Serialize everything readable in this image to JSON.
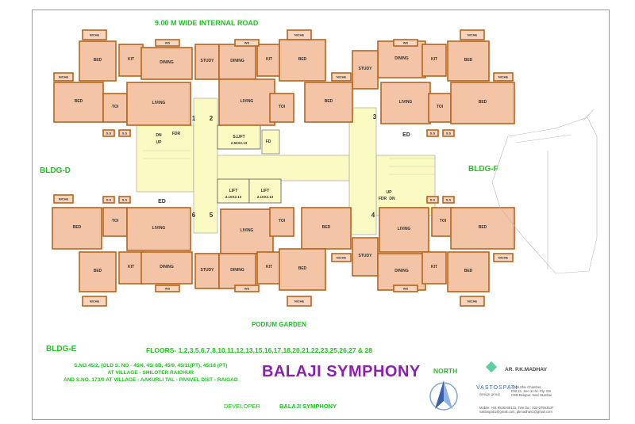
{
  "road_label": "9.00 M WIDE INTERNAL ROAD",
  "buildings": {
    "d": "BLDG-D",
    "e": "BLDG-E",
    "f": "BLDG-F"
  },
  "podium_label": "PODIUM GARDEN",
  "floors_label": "FLOORS- 1,2,3,5,6,7,8,10,11,12,13,15,16,17,18,20,21,22,23,25,26,27 & 28",
  "survey_lines": [
    "S.NO.45/2, (OLD S. NO - 45/4, 45/ 8B, 45/9, 45/11(PT), 45/18 (PT)",
    "AT VILLAGE - SHILOTER RAICHUR",
    "AND S.NO. 173/0 AT VILLAGE - AAKURLI TAL - PANVEL DIST - RAIGAD"
  ],
  "project_title": "BALAJI SYMPHONY",
  "north_label": "NORTH",
  "architect": "AR. P.K.MADHAV",
  "firm_name": "VASTOSPATI",
  "firm_sub": "design group",
  "address_lines": [
    "A305 Shiv Chamber,",
    "Plot 21, Sec-11 Nr. Ply. Stn",
    "CBD Belapur, Navi Mumbai"
  ],
  "contact_lines": [
    "Mobile: +91 9820206131, Tele fax : 022-27562537",
    "vastospati1@gmail.com, pkmadhav1@gmail.com"
  ],
  "developer_label": "DEVELOPER",
  "developer_name": "BALAJI SYMPHONY",
  "core_labels": {
    "lift1": "LIFT",
    "lift1_size": "2.10X2.13",
    "lift2": "LIFT",
    "lift2_size": "2.10X2.13",
    "slift": "S.LIFT",
    "slift_size": "2.50X2.13",
    "ed": "ED",
    "fd": "FD",
    "dn": "DN",
    "up": "UP",
    "fdr": "FDR"
  },
  "wing_numbers": [
    "1",
    "2",
    "3",
    "4",
    "5",
    "6"
  ],
  "colors": {
    "room_fill": "#f3c4a6",
    "wall": "#b5651d",
    "core_fill": "#fafac2",
    "label_green": "#1fc21f",
    "title_purple": "#8b1fb0"
  }
}
